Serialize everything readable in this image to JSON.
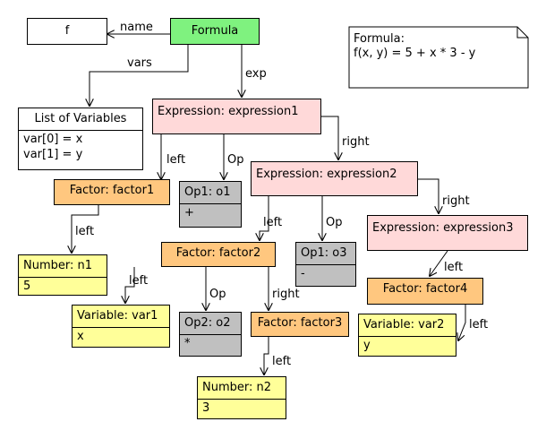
{
  "colors": {
    "formula": "#7ff27f",
    "expression": "#ffd9d9",
    "factor": "#ffc77f",
    "leaf": "#ffff99",
    "op": "#c0c0c0",
    "white": "#ffffff"
  },
  "nodes": {
    "f": {
      "title": "f"
    },
    "formula": {
      "title": "Formula"
    },
    "list_of_variables": {
      "title": "List of Variables",
      "lines": [
        "var[0] = x",
        "var[1] = y"
      ]
    },
    "expression1": {
      "title": "Expression: expression1"
    },
    "expression2": {
      "title": "Expression: expression2"
    },
    "expression3": {
      "title": "Expression: expression3"
    },
    "factor1": {
      "title": "Factor: factor1"
    },
    "factor2": {
      "title": "Factor: factor2"
    },
    "factor3": {
      "title": "Factor: factor3"
    },
    "factor4": {
      "title": "Factor: factor4"
    },
    "op1_o1": {
      "title": "Op1: o1",
      "value": "+"
    },
    "op1_o3": {
      "title": "Op1: o3",
      "value": "-"
    },
    "op2_o2": {
      "title": "Op2: o2",
      "value": "*"
    },
    "number_n1": {
      "title": "Number: n1",
      "value": "5"
    },
    "number_n2": {
      "title": "Number: n2",
      "value": "3"
    },
    "variable_var1": {
      "title": "Variable: var1",
      "value": "x"
    },
    "variable_var2": {
      "title": "Variable: var2",
      "value": "y"
    }
  },
  "note": {
    "lines": [
      "Formula:",
      "f(x, y) = 5 + x * 3 - y"
    ]
  },
  "edge_labels": {
    "name": "name",
    "vars": "vars",
    "exp": "exp",
    "left": "left",
    "right": "right",
    "op": "Op"
  }
}
